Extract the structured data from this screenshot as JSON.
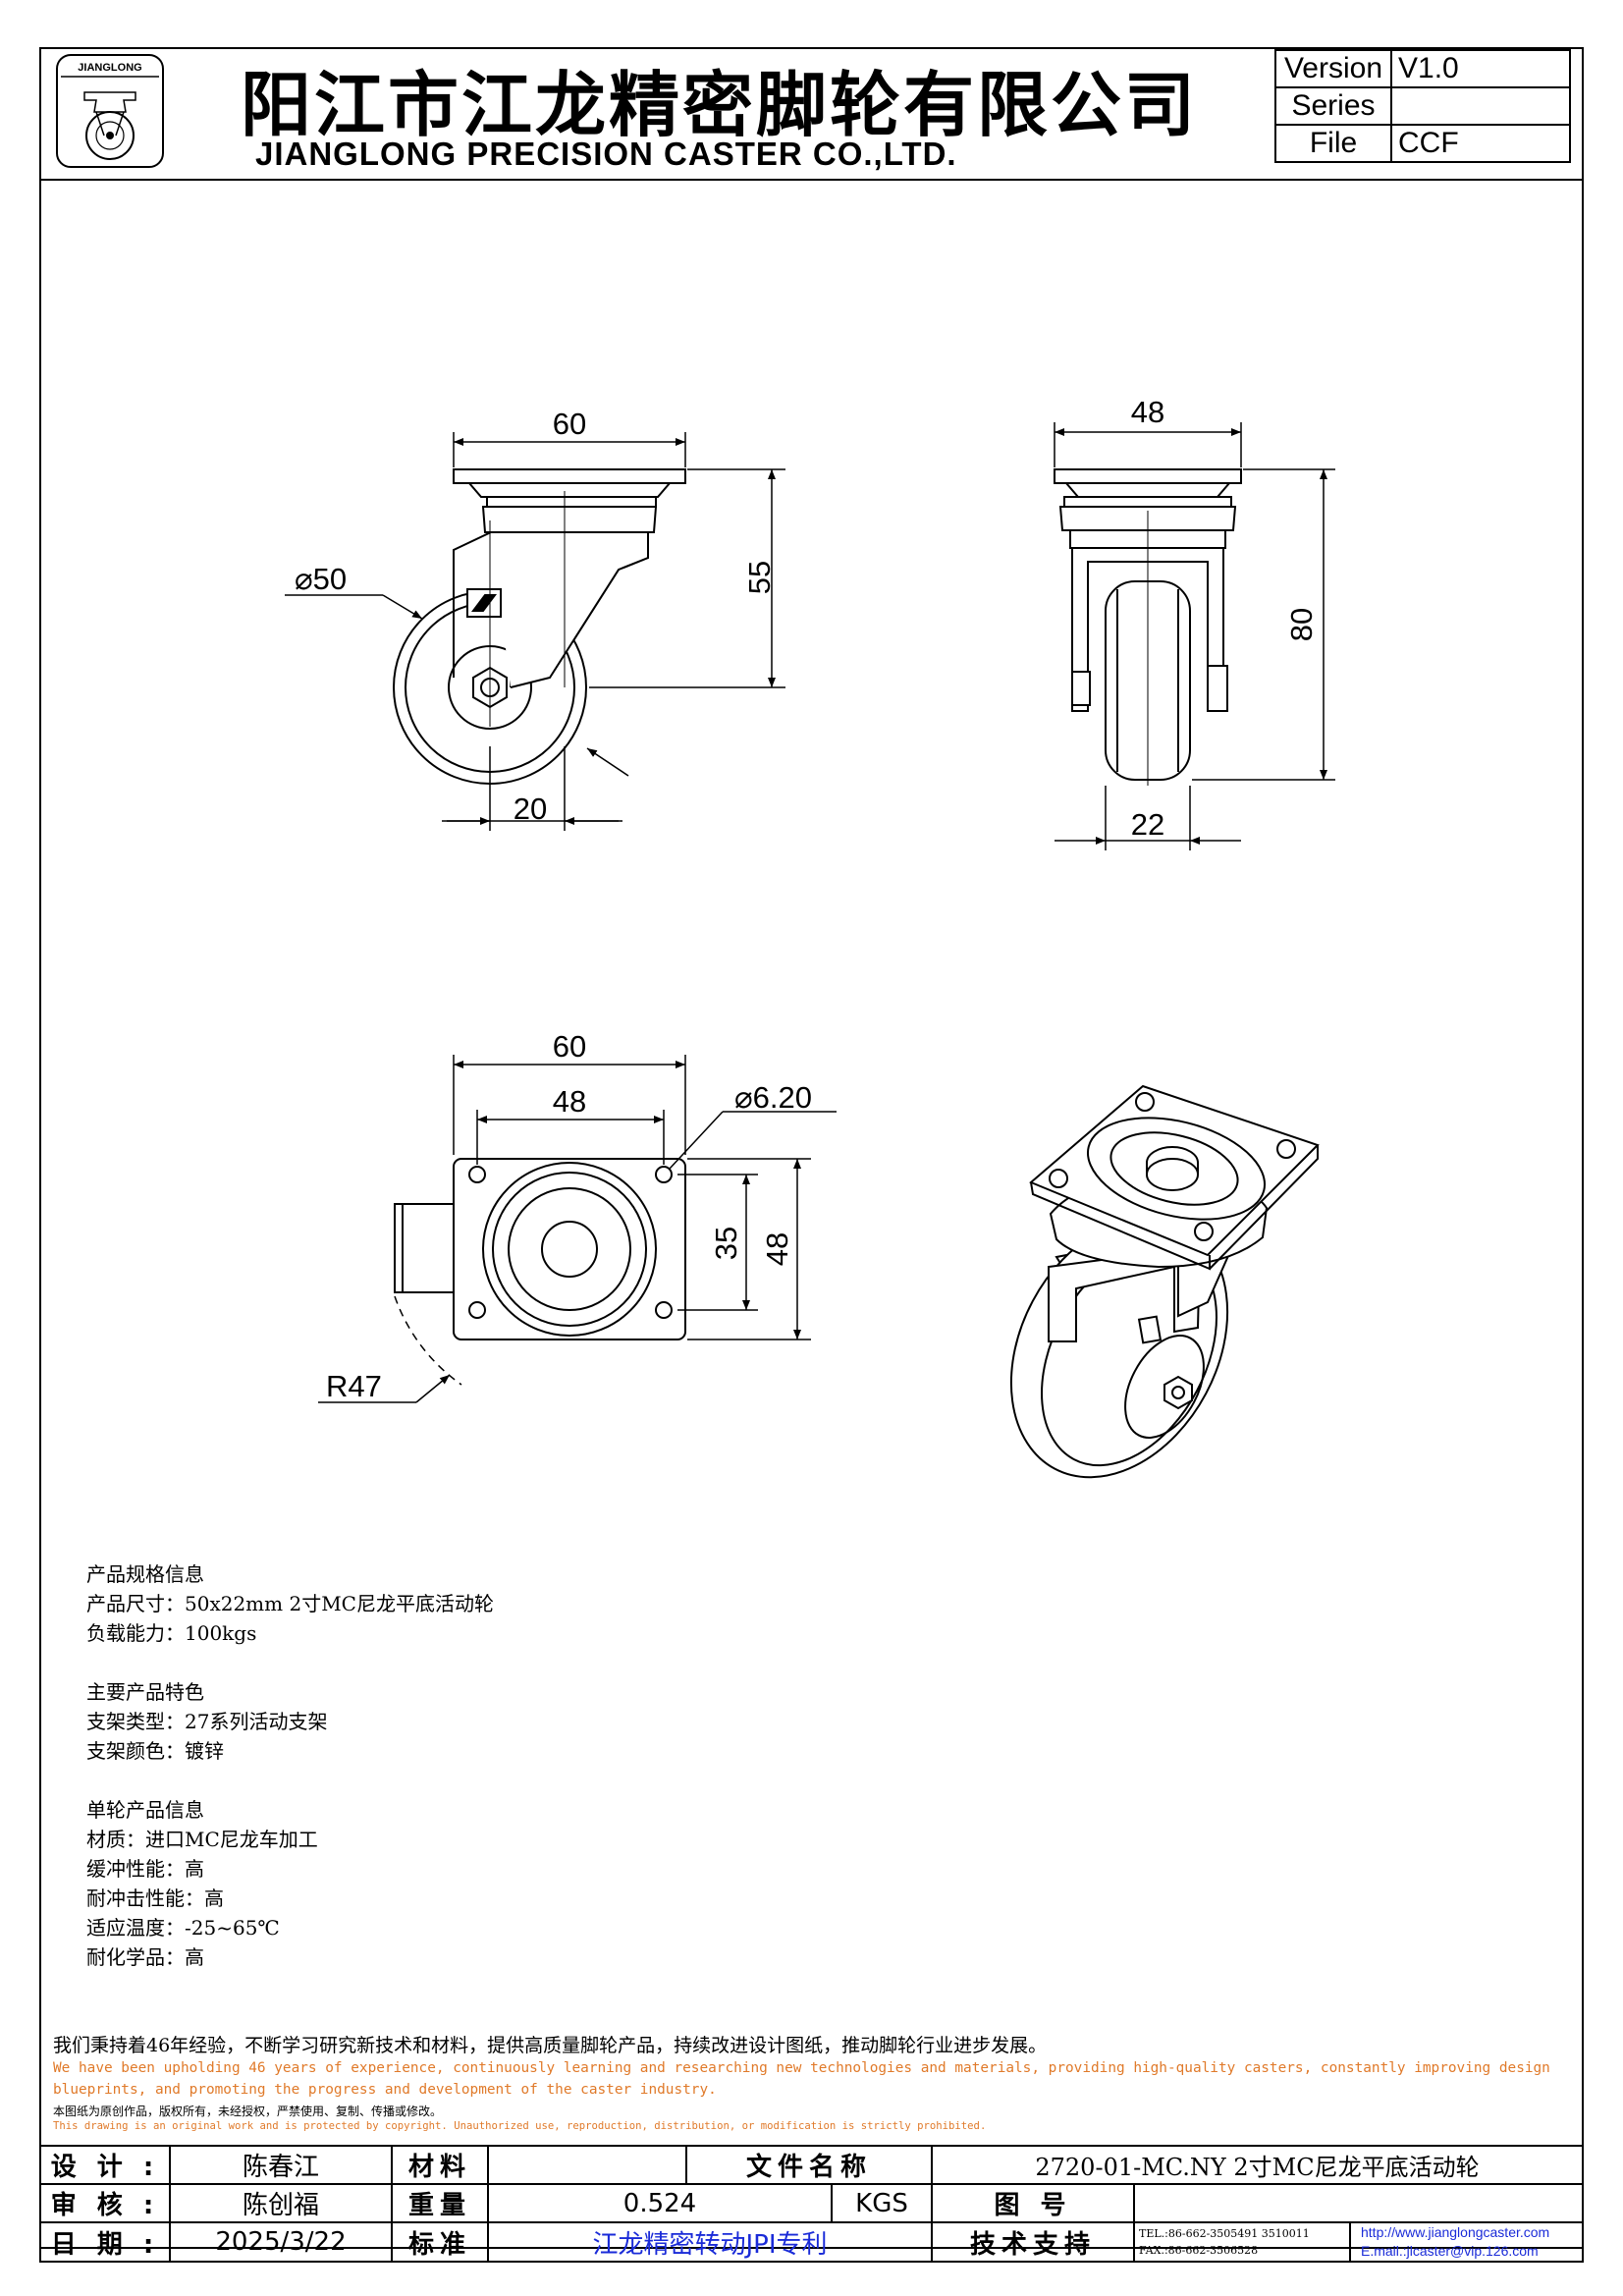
{
  "header": {
    "logo_text": "JIANGLONG",
    "title_cn": "阳江市江龙精密脚轮有限公司",
    "title_en": "JIANGLONG PRECISION CASTER CO.,LTD.",
    "version_table": [
      {
        "key": "Version",
        "value": "V1.0"
      },
      {
        "key": "Series",
        "value": ""
      },
      {
        "key": "File",
        "value": "CCF"
      }
    ]
  },
  "dimensions": {
    "side_top_width": "60",
    "side_diameter": "⌀50",
    "side_height": "55",
    "side_offset": "20",
    "front_top_width": "48",
    "front_height": "80",
    "front_wheel_width": "22",
    "plate_width": "60",
    "plate_hole_spacing": "48",
    "plate_hole_dia": "⌀6.20",
    "plate_hole_spacing_v": "35",
    "plate_height": "48",
    "swivel_radius": "R47"
  },
  "notes": {
    "section1_title": "产品规格信息",
    "size": "产品尺寸：50x22mm 2寸MC尼龙平底活动轮",
    "load": "负载能力：100kgs",
    "section2_title": "主要产品特色",
    "bracket_type": "支架类型：27系列活动支架",
    "bracket_color": "支架颜色：镀锌",
    "section3_title": "单轮产品信息",
    "material": "材质：进口MC尼龙车加工",
    "cushion": "缓冲性能：高",
    "impact": "耐冲击性能：高",
    "temperature": "适应温度：-25~65℃",
    "chemical": "耐化学品：高"
  },
  "statements": {
    "cn_main": "我们秉持着46年经验，不断学习研究新技术和材料，提供高质量脚轮产品，持续改进设计图纸，推动脚轮行业进步发展。",
    "en_main": "We have been upholding 46 years of experience, continuously learning and researching new technologies and materials, providing high-quality casters, constantly improving design blueprints, and promoting the progress and development of the caster industry.",
    "cn_copyright": "本图纸为原创作品，版权所有，未经授权，严禁使用、复制、传播或修改。",
    "en_copyright": "This drawing is an original work and is protected by copyright. Unauthorized use, reproduction, distribution, or modification is strictly prohibited."
  },
  "title_block": {
    "design_label": "设 计 :",
    "designer": "陈春江",
    "material_label": "材料",
    "material_value": "",
    "filename_label": "文件名称",
    "filename": "2720-01-MC.NY 2寸MC尼龙平底活动轮",
    "review_label": "审 核 :",
    "reviewer": "陈创福",
    "weight_label": "重量",
    "weight": "0.524",
    "weight_unit": "KGS",
    "drawing_no_label": "图 号",
    "drawing_no": "",
    "date_label": "日 期 :",
    "date": "2025/3/22",
    "standard_label": "标准",
    "standard": "江龙精密转动JPI专利",
    "support_label": "技术支持",
    "tel": "TEL.:86-662-3505491 3510011",
    "fax": "FAX.:86-662-3506528",
    "website": "http://www.jianglongcaster.com",
    "email": "E.mail.:jlcaster@vip.126.com"
  }
}
